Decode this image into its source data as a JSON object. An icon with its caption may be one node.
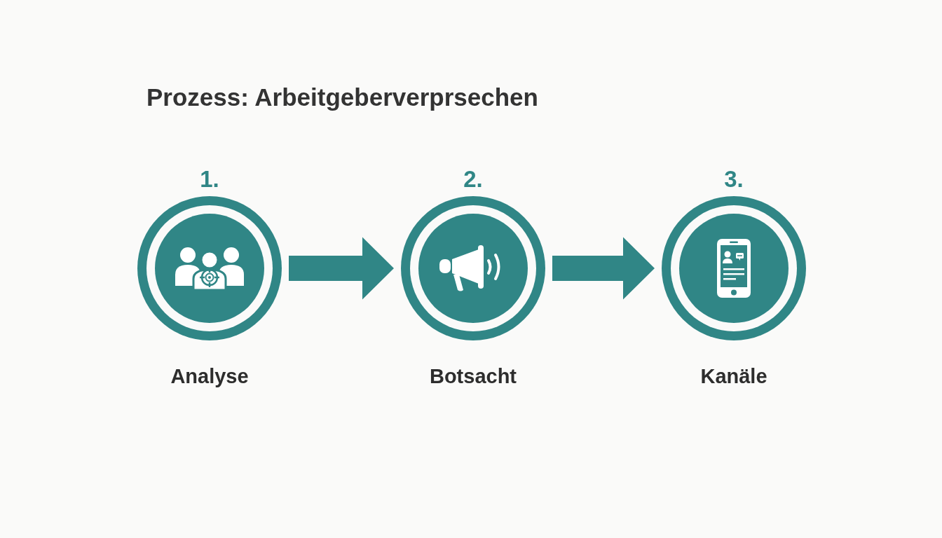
{
  "diagram": {
    "title": "Prozess: Arbeitgeberverprsechen",
    "nodes": [
      {
        "text": [
          "1.",
          "Analyse"
        ]
      },
      {
        "text": [
          "2.",
          "Botsacht"
        ]
      },
      {
        "text": [
          "3.",
          "Kanäle"
        ]
      }
    ],
    "edges": [
      {
        "from": 0,
        "to": 1,
        "arrow": "to"
      },
      {
        "from": 1,
        "to": 2,
        "arrow": "to"
      }
    ]
  }
}
